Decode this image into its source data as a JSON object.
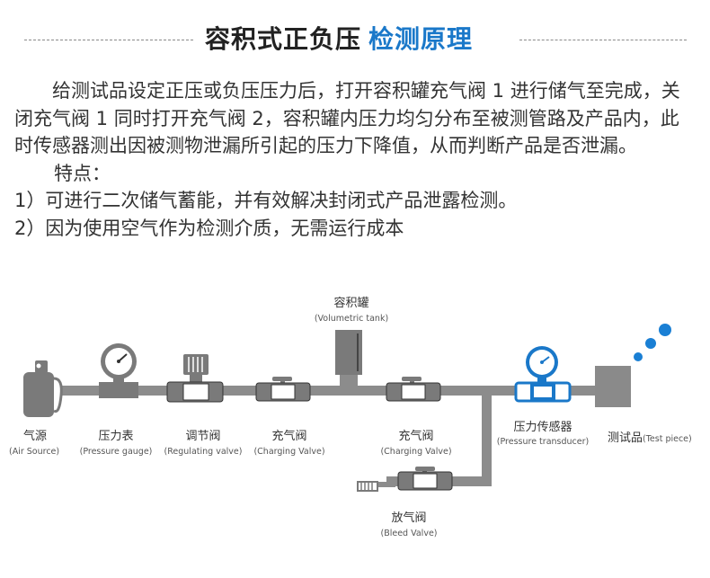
{
  "title": {
    "main": "容积式正负压",
    "highlight": "检测原理"
  },
  "description": {
    "paragraph": "给测试品设定正压或负压压力后，打开容积罐充气阀 1 进行储气至完成，关闭充气阀 1 同时打开充气阀 2，容积罐内压力均匀分布至被测管路及产品内，此时传感器测出因被测物泄漏所引起的压力下降值，从而判断产品是否泄漏。",
    "features_heading": "特点：",
    "features": [
      "1）可进行二次储气蓄能，并有效解决封闭式产品泄露检测。",
      "2）因为使用空气作为检测介质，无需运行成本"
    ]
  },
  "diagram": {
    "labels": {
      "air_source": {
        "zh": "气源",
        "en": "(Air Source)"
      },
      "pressure_gauge": {
        "zh": "压力表",
        "en": "(Pressure gauge)"
      },
      "regulating_valve": {
        "zh": "调节阀",
        "en": "(Regulating valve)"
      },
      "charging_valve_1": {
        "zh": "充气阀",
        "en": "(Charging Valve)"
      },
      "volumetric_tank": {
        "zh": "容积罐",
        "en": "(Volumetric tank)"
      },
      "charging_valve_2": {
        "zh": "充气阀",
        "en": "(Charging Valve)"
      },
      "pressure_transducer": {
        "zh": "压力传感器",
        "en": "(Pressure transducer)"
      },
      "test_piece": {
        "zh": "测试品",
        "en": "(Test piece)"
      },
      "bleed_valve": {
        "zh": "放气阀",
        "en": "(Bleed Valve)"
      }
    },
    "colors": {
      "pipe": "#8c8c8c",
      "component": "#7a7a7a",
      "outline": "#333333",
      "transducer": "#1a78c9",
      "bubbles": "#1a7fd4"
    }
  }
}
